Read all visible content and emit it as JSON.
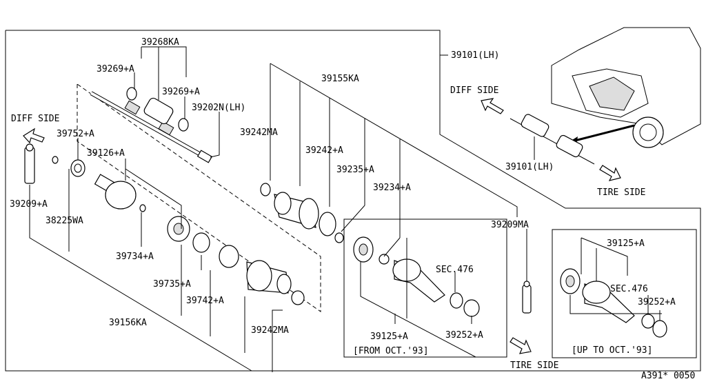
{
  "labels": {
    "p39268KA": "39268KA",
    "p39269A_top": "39269+A",
    "p39269A_mid": "39269+A",
    "p39202N": "39202N(LH)",
    "diff_side_left": "DIFF SIDE",
    "p39752A": "39752+A",
    "p39126A": "39126+A",
    "p39209A": "39209+A",
    "p38225WA": "38225WA",
    "p39734A": "39734+A",
    "p39735A": "39735+A",
    "p39742A": "39742+A",
    "p39156KA": "39156KA",
    "p39242MA_top": "39242MA",
    "p39242MA_bottom": "39242MA",
    "p39155KA": "39155KA",
    "p39242A": "39242+A",
    "p39235A": "39235+A",
    "p39234A": "39234+A",
    "p39209MA": "39209MA",
    "p39101LH_main": "39101(LH)",
    "p39101LH_inset": "39101(LH)",
    "diff_side_right": "DIFF SIDE",
    "tire_side_top": "TIRE SIDE",
    "tire_side_bottom": "TIRE SIDE",
    "sec476_mid": "SEC.476",
    "p39125A_mid": "39125+A",
    "p39252A_mid": "39252+A",
    "from_oct93": "[FROM OCT.'93]",
    "p39125A_right": "39125+A",
    "sec476_right": "SEC.476",
    "p39252A_right": "39252+A",
    "up_to_oct93": "[UP TO OCT.'93]",
    "diagram_code": "A391* 0050"
  },
  "icons": [
    "diff-side-arrow-icon",
    "tire-side-arrow-icon",
    "vehicle-illustration"
  ]
}
